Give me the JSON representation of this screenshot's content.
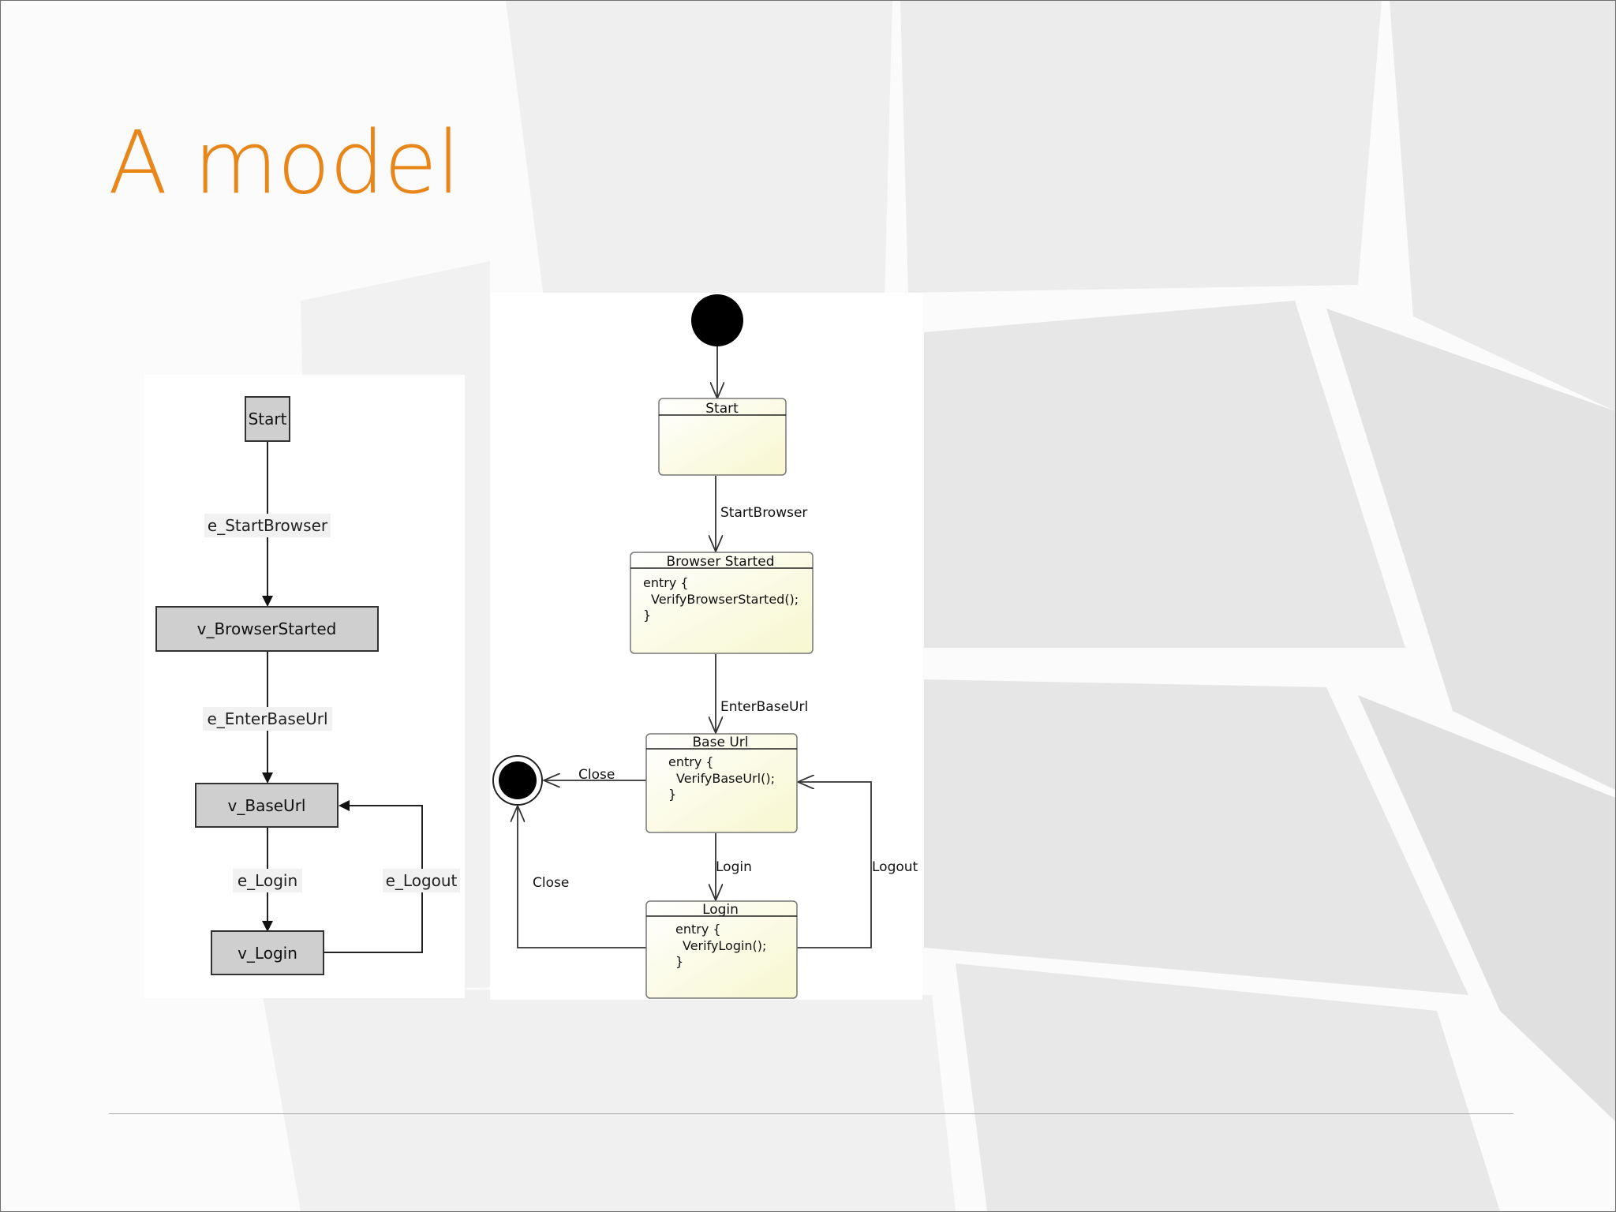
{
  "slide": {
    "title": "A model",
    "colors": {
      "title": "#E8861A",
      "gw_node": "#CFCFCF",
      "uml_node": "#FCFCE2"
    }
  },
  "graphwalker_model": {
    "nodes": {
      "start": "Start",
      "browser_started": "v_BrowserStarted",
      "base_url": "v_BaseUrl",
      "login": "v_Login"
    },
    "edges": {
      "start_browser": "e_StartBrowser",
      "enter_base_url": "e_EnterBaseUrl",
      "login": "e_Login",
      "logout": "e_Logout"
    }
  },
  "uml_state_machine": {
    "states": {
      "start": {
        "name": "Start"
      },
      "browser_started": {
        "name": "Browser Started",
        "entry_open": "entry {",
        "entry_call": "VerifyBrowserStarted();",
        "entry_close": "}"
      },
      "base_url": {
        "name": "Base Url",
        "entry_open": "entry {",
        "entry_call": "VerifyBaseUrl();",
        "entry_close": "}"
      },
      "login": {
        "name": "Login",
        "entry_open": "entry {",
        "entry_call": "VerifyLogin();",
        "entry_close": "}"
      }
    },
    "transitions": {
      "start_browser": "StartBrowser",
      "enter_base_url": "EnterBaseUrl",
      "close_from_base": "Close",
      "login": "Login",
      "logout": "Logout",
      "close_from_login": "Close"
    }
  }
}
